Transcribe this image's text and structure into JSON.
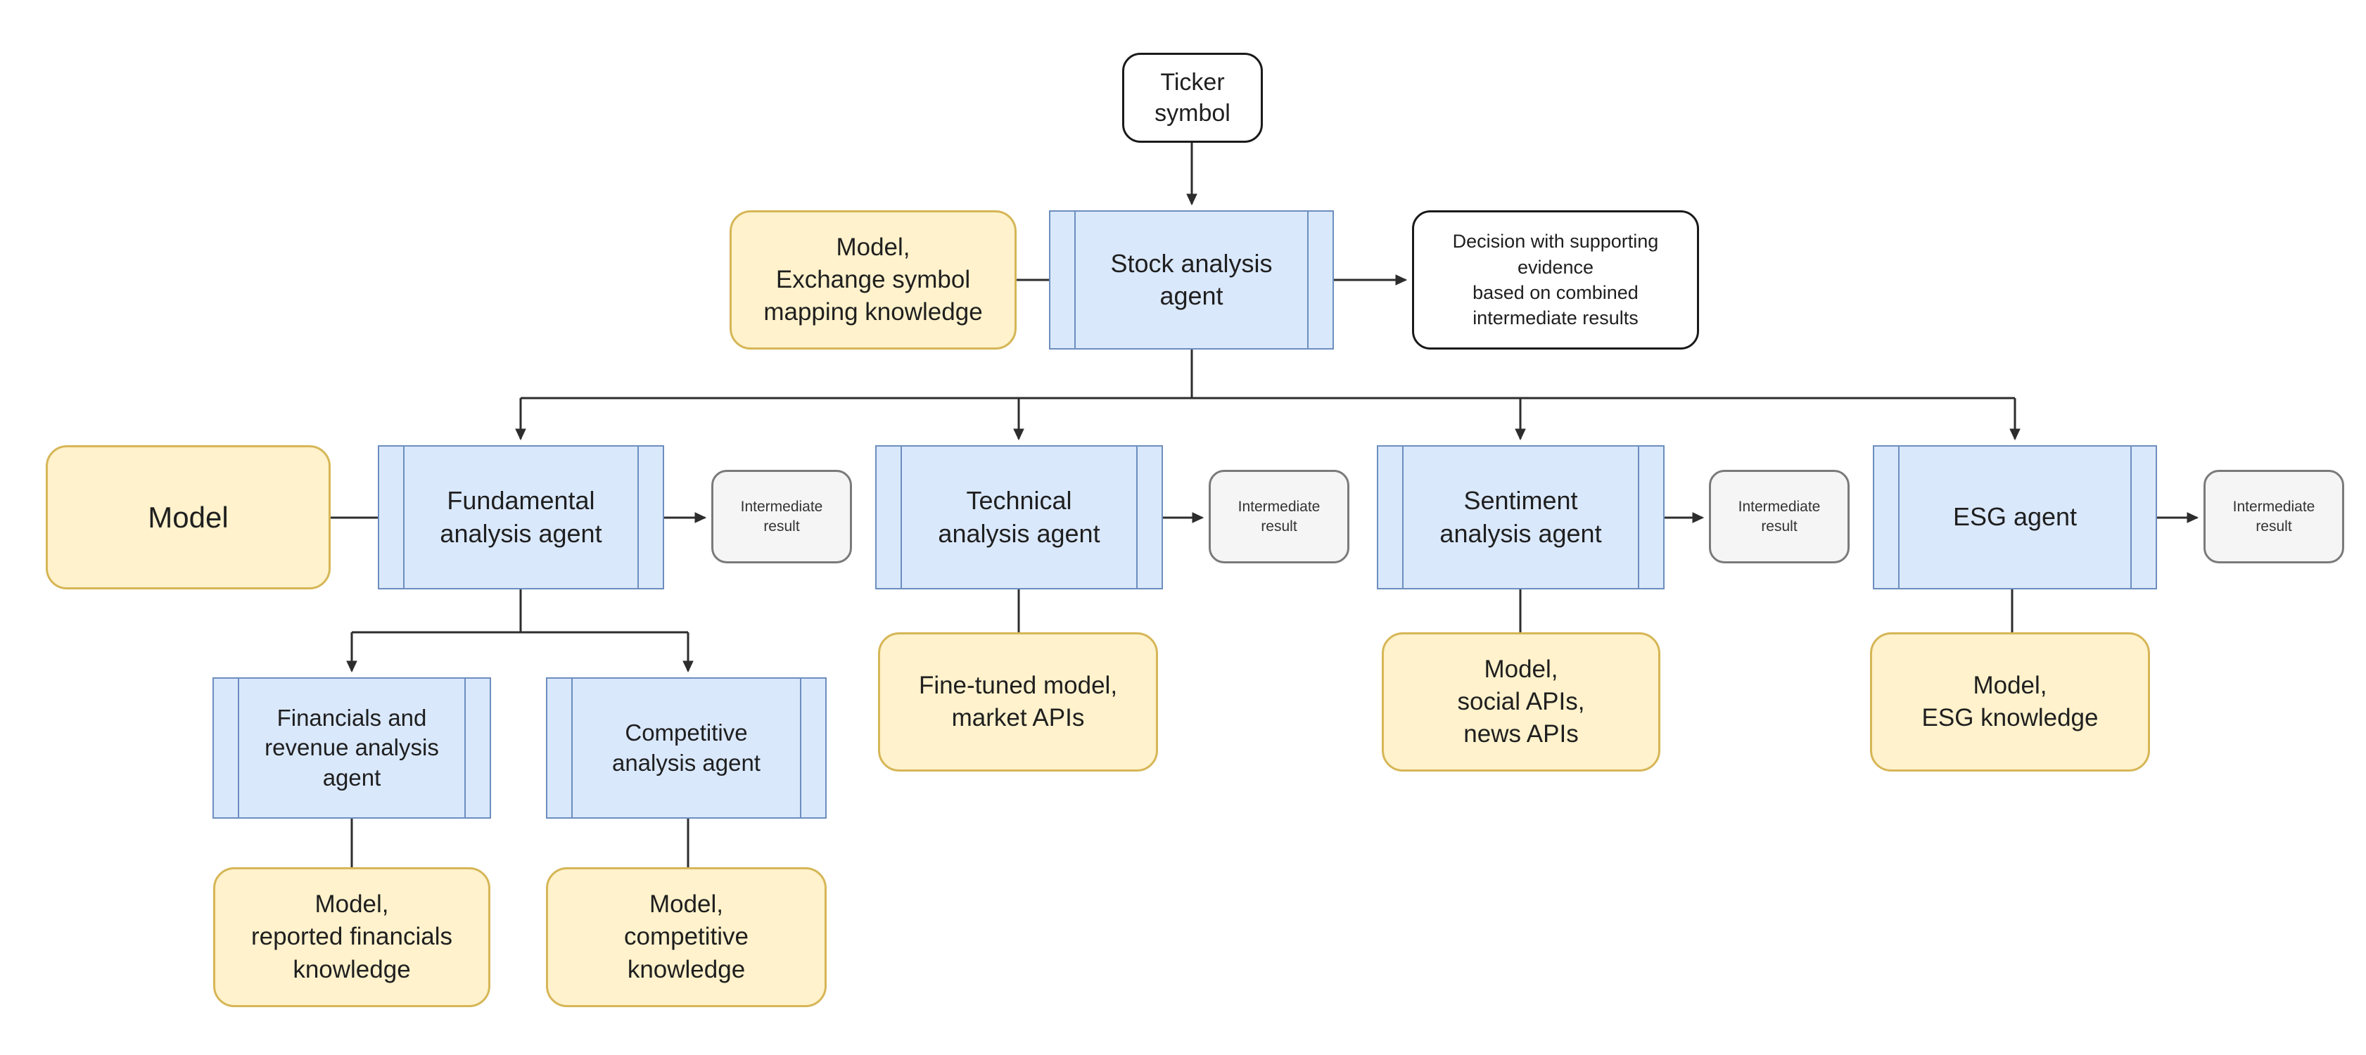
{
  "diagram": {
    "title": "Stock analysis multi-agent flowchart",
    "nodes": {
      "ticker": {
        "label": "Ticker\nsymbol"
      },
      "stock_agent": {
        "label": "Stock analysis\nagent"
      },
      "model_exchange": {
        "label": "Model,\nExchange symbol\nmapping knowledge"
      },
      "decision": {
        "label": "Decision with supporting\nevidence\nbased on combined\nintermediate results"
      },
      "model": {
        "label": "Model"
      },
      "fundamental_agent": {
        "label": "Fundamental\nanalysis agent"
      },
      "intermediate_1": {
        "label": "Intermediate\nresult"
      },
      "technical_agent": {
        "label": "Technical\nanalysis agent"
      },
      "intermediate_2": {
        "label": "Intermediate\nresult"
      },
      "sentiment_agent": {
        "label": "Sentiment\nanalysis agent"
      },
      "intermediate_3": {
        "label": "Intermediate\nresult"
      },
      "esg_agent": {
        "label": "ESG agent"
      },
      "intermediate_4": {
        "label": "Intermediate\nresult"
      },
      "financials_agent": {
        "label": "Financials and\nrevenue analysis\nagent"
      },
      "competitive_agent": {
        "label": "Competitive\nanalysis agent"
      },
      "fine_tuned": {
        "label": "Fine-tuned model,\nmarket APIs"
      },
      "social_news": {
        "label": "Model,\nsocial APIs,\nnews APIs"
      },
      "esg_knowledge": {
        "label": "Model,\nESG knowledge"
      },
      "reported_financials": {
        "label": "Model,\nreported financials\nknowledge"
      },
      "competitive_knowledge": {
        "label": "Model,\ncompetitive\nknowledge"
      }
    },
    "colors": {
      "agent_fill": "#dae8fc",
      "agent_stroke": "#6c8ebf",
      "knowledge_fill": "#fff2cc",
      "knowledge_stroke": "#d6b656",
      "result_fill": "#f5f5f5",
      "result_stroke": "#7a7a7a",
      "io_fill": "#ffffff",
      "io_stroke": "#1a1a1a",
      "connector": "#2d2d2d"
    }
  }
}
